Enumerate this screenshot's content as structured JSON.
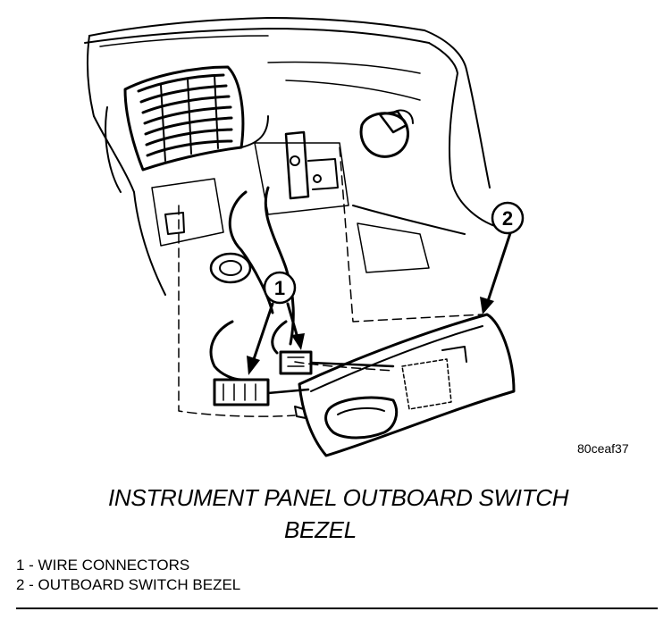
{
  "figure": {
    "id_label": "80ceaf37",
    "callouts": [
      {
        "number": "1"
      },
      {
        "number": "2"
      }
    ]
  },
  "title": {
    "line1": "INSTRUMENT PANEL OUTBOARD SWITCH",
    "line2": "BEZEL"
  },
  "legend": [
    {
      "text": "1 - WIRE CONNECTORS"
    },
    {
      "text": "2 - OUTBOARD SWITCH BEZEL"
    }
  ]
}
